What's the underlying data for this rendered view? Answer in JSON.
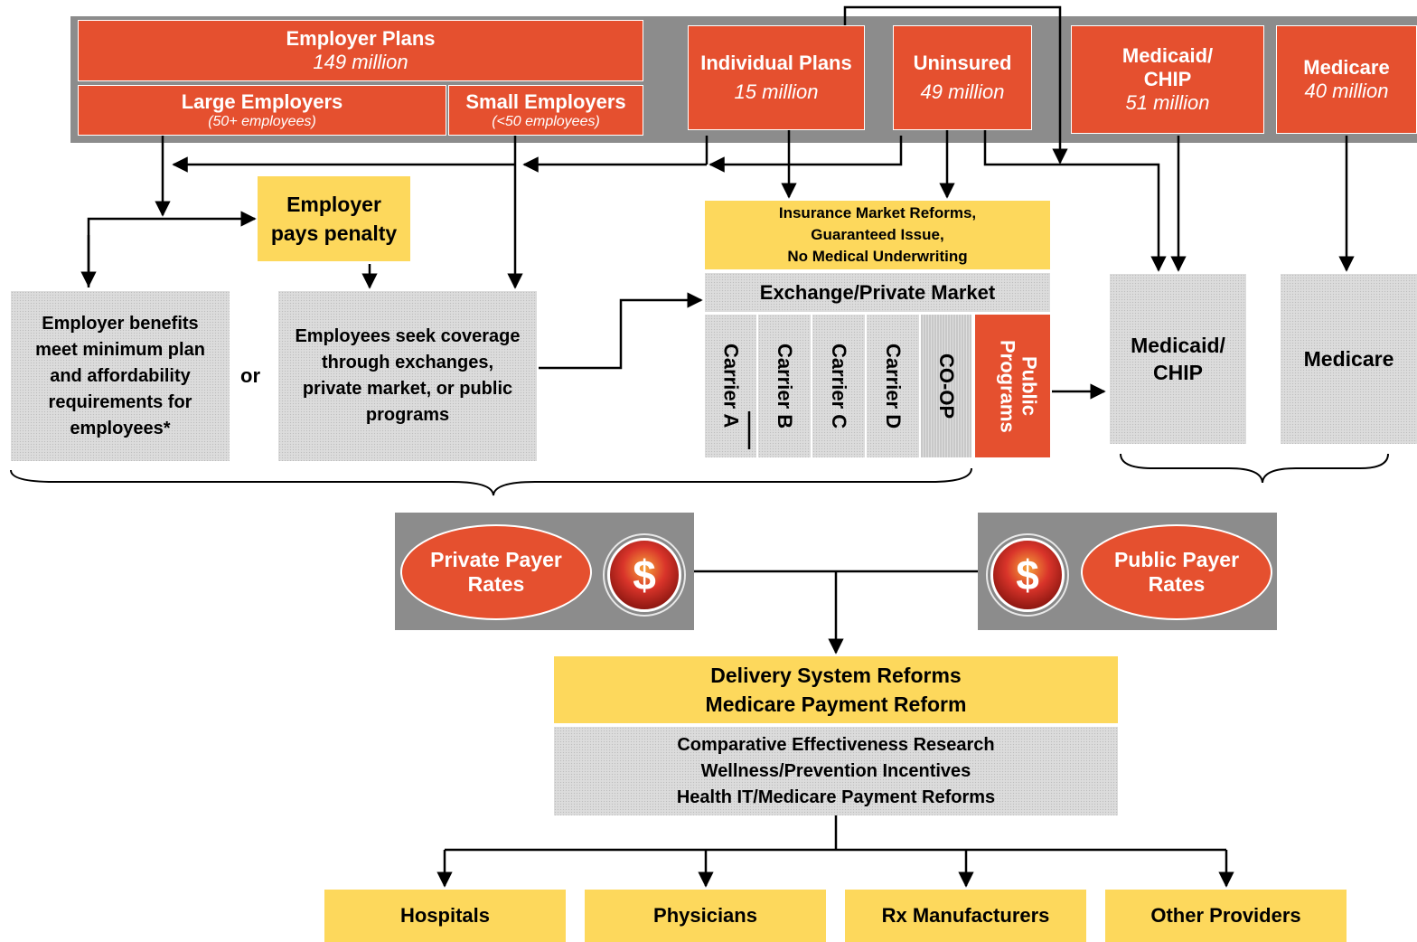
{
  "top_row": {
    "employer_plans": {
      "title": "Employer Plans",
      "count": "149 million"
    },
    "large_employers": {
      "title": "Large Employers",
      "note": "(50+ employees)"
    },
    "small_employers": {
      "title": "Small Employers",
      "note": "(<50 employees)"
    },
    "individual_plans": {
      "title": "Individual Plans",
      "count": "15 million"
    },
    "uninsured": {
      "title": "Uninsured",
      "count": "49 million"
    },
    "medicaid_chip": {
      "title_line1": "Medicaid/",
      "title_line2": "CHIP",
      "count": "51 million"
    },
    "medicare": {
      "title": "Medicare",
      "count": "40 million"
    }
  },
  "middle": {
    "employer_penalty": {
      "line1": "Employer",
      "line2": "pays penalty"
    },
    "employer_benefits": "Employer benefits meet minimum plan and affordability requirements for employees*",
    "or_label": "or",
    "employees_seek": "Employees seek coverage through exchanges, private market, or public programs",
    "insurance_reforms": {
      "line1": "Insurance Market Reforms,",
      "line2": "Guaranteed Issue,",
      "line3": "No Medical Underwriting"
    },
    "exchange": "Exchange/Private Market",
    "carriers": [
      "Carrier A",
      "Carrier B",
      "Carrier C",
      "Carrier D",
      "CO-OP"
    ],
    "public_programs": "Public Programs",
    "medicaid_box": {
      "line1": "Medicaid/",
      "line2": "CHIP"
    },
    "medicare_box": "Medicare"
  },
  "rates": {
    "private": {
      "line1": "Private Payer",
      "line2": "Rates"
    },
    "public": {
      "line1": "Public Payer",
      "line2": "Rates"
    },
    "coin_symbol": "$"
  },
  "delivery": {
    "line1": "Delivery System Reforms",
    "line2": "Medicare Payment Reform",
    "items": [
      "Comparative Effectiveness Research",
      "Wellness/Prevention Incentives",
      "Health IT/Medicare Payment Reforms"
    ]
  },
  "providers": [
    "Hospitals",
    "Physicians",
    "Rx Manufacturers",
    "Other Providers"
  ],
  "colors": {
    "red": "#e5502f",
    "yellow": "#fdd85c",
    "gray_band": "#8c8c8c",
    "dotted_gray": "#dcdcdc"
  }
}
